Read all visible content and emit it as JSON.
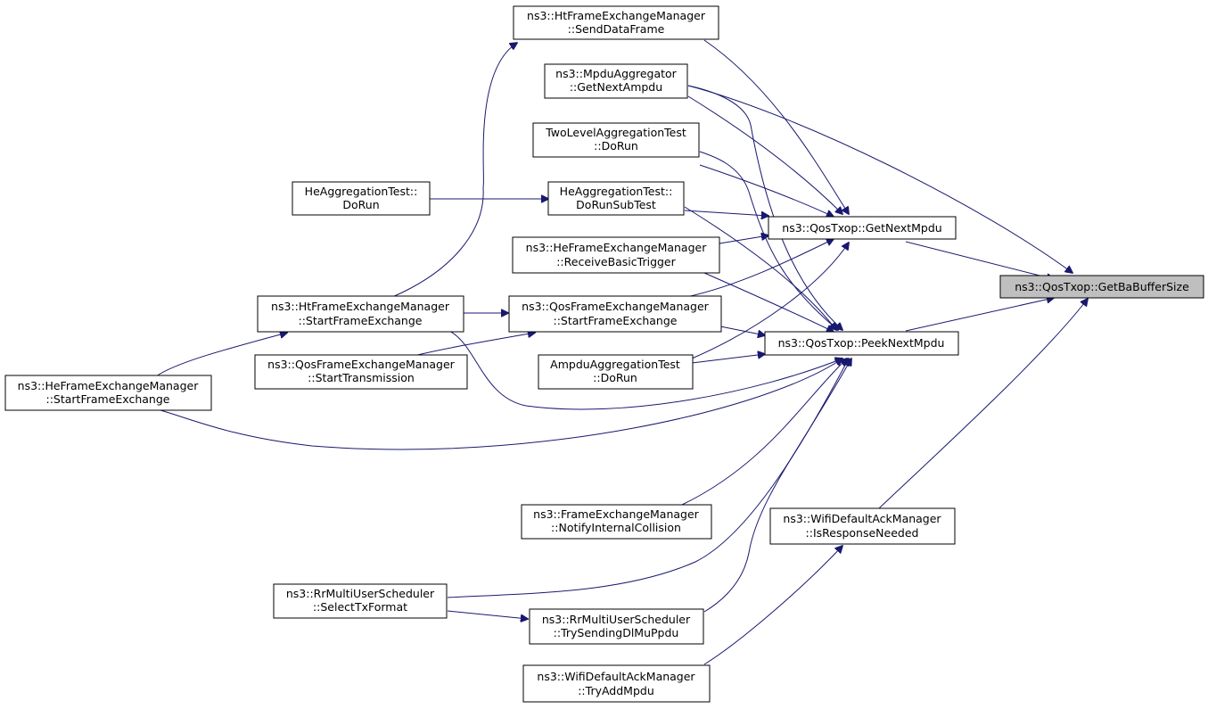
{
  "colors": {
    "edge": "#191970",
    "node_border": "#000000",
    "node_fill": "#ffffff",
    "target_fill": "#bfbfbf"
  },
  "nodes": [
    {
      "id": "ht_send_data_frame",
      "line1": "ns3::HtFrameExchangeManager",
      "line2": "::SendDataFrame"
    },
    {
      "id": "mpdu_aggregator_get_next_ampdu",
      "line1": "ns3::MpduAggregator",
      "line2": "::GetNextAmpdu"
    },
    {
      "id": "two_level_aggregation_test_dorun",
      "line1": "TwoLevelAggregationTest",
      "line2": "::DoRun"
    },
    {
      "id": "he_aggregation_test_dorun",
      "line1": "HeAggregationTest::",
      "line2": "DoRun"
    },
    {
      "id": "he_aggregation_test_dorunsubtest",
      "line1": "HeAggregationTest::",
      "line2": "DoRunSubTest"
    },
    {
      "id": "qos_txop_get_next_mpdu",
      "line1": "ns3::QosTxop::GetNextMpdu",
      "line2": ""
    },
    {
      "id": "he_receive_basic_trigger",
      "line1": "ns3::HeFrameExchangeManager",
      "line2": "::ReceiveBasicTrigger"
    },
    {
      "id": "qos_txop_get_ba_buffer_size",
      "line1": "ns3::QosTxop::GetBaBufferSize",
      "line2": ""
    },
    {
      "id": "ht_start_frame_exchange",
      "line1": "ns3::HtFrameExchangeManager",
      "line2": "::StartFrameExchange"
    },
    {
      "id": "qos_fem_start_frame_exchange",
      "line1": "ns3::QosFrameExchangeManager",
      "line2": "::StartFrameExchange"
    },
    {
      "id": "qos_txop_peek_next_mpdu",
      "line1": "ns3::QosTxop::PeekNextMpdu",
      "line2": ""
    },
    {
      "id": "qos_fem_start_transmission",
      "line1": "ns3::QosFrameExchangeManager",
      "line2": "::StartTransmission"
    },
    {
      "id": "ampdu_aggregation_test_dorun",
      "line1": "AmpduAggregationTest",
      "line2": "::DoRun"
    },
    {
      "id": "he_fem_start_frame_exchange",
      "line1": "ns3::HeFrameExchangeManager",
      "line2": "::StartFrameExchange"
    },
    {
      "id": "fem_notify_internal_collision",
      "line1": "ns3::FrameExchangeManager",
      "line2": "::NotifyInternalCollision"
    },
    {
      "id": "wifi_default_ack_is_response_needed",
      "line1": "ns3::WifiDefaultAckManager",
      "line2": "::IsResponseNeeded"
    },
    {
      "id": "rr_select_tx_format",
      "line1": "ns3::RrMultiUserScheduler",
      "line2": "::SelectTxFormat"
    },
    {
      "id": "rr_try_sending_dl_mu_ppdu",
      "line1": "ns3::RrMultiUserScheduler",
      "line2": "::TrySendingDlMuPpdu"
    },
    {
      "id": "wifi_default_ack_try_add_mpdu",
      "line1": "ns3::WifiDefaultAckManager",
      "line2": "::TryAddMpdu"
    }
  ],
  "edges": [
    {
      "from": "ht_send_data_frame",
      "to": "qos_txop_get_next_mpdu"
    },
    {
      "from": "mpdu_aggregator_get_next_ampdu",
      "to": "qos_txop_get_next_mpdu"
    },
    {
      "from": "mpdu_aggregator_get_next_ampdu",
      "to": "qos_txop_peek_next_mpdu"
    },
    {
      "from": "mpdu_aggregator_get_next_ampdu",
      "to": "qos_txop_get_ba_buffer_size"
    },
    {
      "from": "two_level_aggregation_test_dorun",
      "to": "qos_txop_get_next_mpdu"
    },
    {
      "from": "two_level_aggregation_test_dorun",
      "to": "qos_txop_peek_next_mpdu"
    },
    {
      "from": "he_aggregation_test_dorun",
      "to": "he_aggregation_test_dorunsubtest"
    },
    {
      "from": "he_aggregation_test_dorunsubtest",
      "to": "qos_txop_get_next_mpdu"
    },
    {
      "from": "he_aggregation_test_dorunsubtest",
      "to": "qos_txop_peek_next_mpdu"
    },
    {
      "from": "he_receive_basic_trigger",
      "to": "qos_txop_get_next_mpdu"
    },
    {
      "from": "he_receive_basic_trigger",
      "to": "qos_txop_peek_next_mpdu"
    },
    {
      "from": "qos_txop_get_next_mpdu",
      "to": "qos_txop_get_ba_buffer_size"
    },
    {
      "from": "qos_txop_peek_next_mpdu",
      "to": "qos_txop_get_ba_buffer_size"
    },
    {
      "from": "wifi_default_ack_is_response_needed",
      "to": "qos_txop_get_ba_buffer_size"
    },
    {
      "from": "ht_start_frame_exchange",
      "to": "ht_send_data_frame"
    },
    {
      "from": "ht_start_frame_exchange",
      "to": "qos_fem_start_frame_exchange"
    },
    {
      "from": "ht_start_frame_exchange",
      "to": "qos_txop_peek_next_mpdu"
    },
    {
      "from": "qos_fem_start_frame_exchange",
      "to": "qos_txop_get_next_mpdu"
    },
    {
      "from": "qos_fem_start_frame_exchange",
      "to": "qos_txop_peek_next_mpdu"
    },
    {
      "from": "qos_fem_start_transmission",
      "to": "qos_fem_start_frame_exchange"
    },
    {
      "from": "ampdu_aggregation_test_dorun",
      "to": "qos_txop_get_next_mpdu"
    },
    {
      "from": "ampdu_aggregation_test_dorun",
      "to": "qos_txop_peek_next_mpdu"
    },
    {
      "from": "he_fem_start_frame_exchange",
      "to": "ht_start_frame_exchange"
    },
    {
      "from": "he_fem_start_frame_exchange",
      "to": "qos_txop_peek_next_mpdu"
    },
    {
      "from": "fem_notify_internal_collision",
      "to": "qos_txop_peek_next_mpdu"
    },
    {
      "from": "rr_select_tx_format",
      "to": "qos_txop_peek_next_mpdu"
    },
    {
      "from": "rr_select_tx_format",
      "to": "rr_try_sending_dl_mu_ppdu"
    },
    {
      "from": "rr_try_sending_dl_mu_ppdu",
      "to": "qos_txop_peek_next_mpdu"
    },
    {
      "from": "wifi_default_ack_try_add_mpdu",
      "to": "wifi_default_ack_is_response_needed"
    }
  ]
}
